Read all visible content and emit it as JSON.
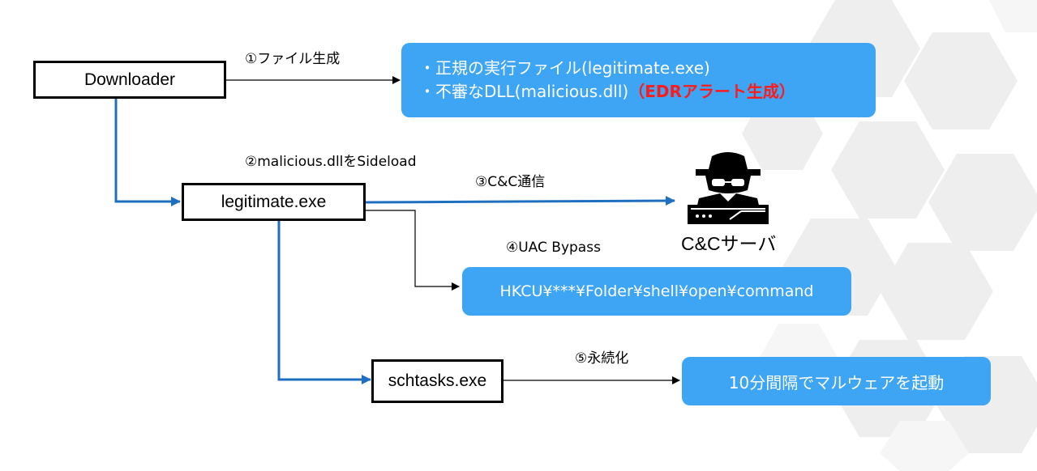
{
  "nodes": {
    "downloader": "Downloader",
    "legitimate": "legitimate.exe",
    "schtasks": "schtasks.exe"
  },
  "steps": {
    "s1": "①ファイル生成",
    "s2": "②malicious.dllをSideload",
    "s3": "③C&C通信",
    "s4": "④UAC Bypass",
    "s5": "⑤永続化"
  },
  "boxes": {
    "files": {
      "line1": "・正規の実行ファイル(legitimate.exe)",
      "line2_prefix": "・不審なDLL(malicious.dll)",
      "line2_alert": "（EDRアラート生成）"
    },
    "registry": "HKCU¥***¥Folder¥shell¥open¥command",
    "persistence": "10分間隔でマルウェアを起動"
  },
  "server": {
    "label": "C&Cサーバ",
    "icon": "hacker-server-icon"
  },
  "colors": {
    "box_fill": "#3da5f4",
    "flow_line": "#1f6fc0",
    "alert_text": "#ff1a1a"
  }
}
